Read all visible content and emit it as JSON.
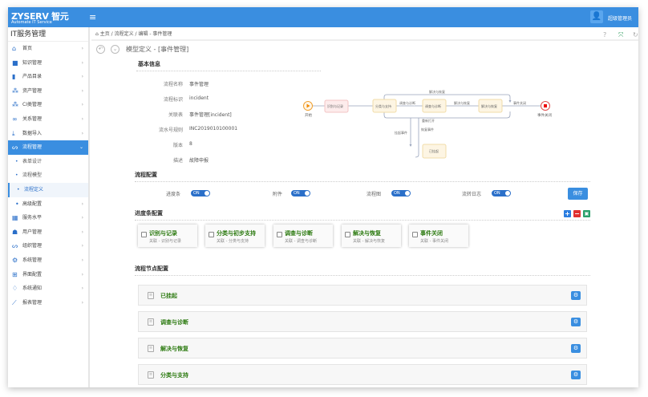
{
  "header": {
    "logo": "ZYSERV 智元",
    "tagline": "Automate IT Service",
    "menu_icon": "hamburger-icon",
    "user": "超级管理员"
  },
  "sidebar": {
    "title": "IT服务管理",
    "items": [
      {
        "label": "首页",
        "icon": "home-icon"
      },
      {
        "label": "知识管理",
        "icon": "book-icon"
      },
      {
        "label": "产品目录",
        "icon": "catalog-icon"
      },
      {
        "label": "资产管理",
        "icon": "cubes-icon"
      },
      {
        "label": "CI类管理",
        "icon": "cubes-icon"
      },
      {
        "label": "关系管理",
        "icon": "link-icon"
      },
      {
        "label": "数据导入",
        "icon": "download-icon"
      },
      {
        "label": "流程管理",
        "icon": "flow-icon"
      }
    ],
    "sub_items": [
      {
        "label": "表单设计"
      },
      {
        "label": "流程模型"
      },
      {
        "label": "流程定义"
      },
      {
        "label": "高级配置"
      }
    ],
    "items2": [
      {
        "label": "服务水平",
        "icon": "table-icon"
      },
      {
        "label": "用户管理",
        "icon": "users-icon"
      },
      {
        "label": "组织管理",
        "icon": "org-icon"
      },
      {
        "label": "系统管理",
        "icon": "gear-icon"
      },
      {
        "label": "界面配置",
        "icon": "windows-icon"
      },
      {
        "label": "系统通知",
        "icon": "bell-icon"
      },
      {
        "label": "报表管理",
        "icon": "chart-icon"
      }
    ]
  },
  "breadcrumb": {
    "home": "主页",
    "b1": "流程定义",
    "b2": "编辑 - 事件管理"
  },
  "page": {
    "title": "模型定义 - [事件管理]"
  },
  "basic": {
    "heading": "基本信息",
    "fields": [
      {
        "label": "流程名称",
        "value": "事件管理"
      },
      {
        "label": "流程标识",
        "value": "incident"
      },
      {
        "label": "关联表",
        "value": "事件管理[incident]"
      },
      {
        "label": "流水号规则",
        "value": "INC2019010100001"
      },
      {
        "label": "版本",
        "value": "8"
      },
      {
        "label": "描述",
        "value": "故障申报"
      }
    ]
  },
  "diagram": {
    "start": "开始",
    "end": "事件关闭",
    "nodes": [
      "识别与记录",
      "分类与支持",
      "调查与诊断",
      "解决与恢复",
      "已挂起"
    ],
    "edges": {
      "top": "解决与恢复",
      "e1": "调查与诊断",
      "e2": "解决与恢复",
      "e3": "事件关闭",
      "reopen": "重新打开",
      "suspend": "挂起事件",
      "resume": "恢复事件"
    }
  },
  "config": {
    "heading": "流程配置",
    "toggles": [
      {
        "label": "进度条",
        "state": "ON"
      },
      {
        "label": "附件",
        "state": "ON"
      },
      {
        "label": "流程图",
        "state": "ON"
      },
      {
        "label": "流转日志",
        "state": "ON"
      }
    ],
    "save": "保存"
  },
  "progress": {
    "heading": "进度条配置",
    "cards": [
      {
        "title": "识别与记录",
        "sub": "关联 - 识别与记录"
      },
      {
        "title": "分类与初步支持",
        "sub": "关联 - 分类与支持"
      },
      {
        "title": "调查与诊断",
        "sub": "关联 - 调查与诊断"
      },
      {
        "title": "解决与恢复",
        "sub": "关联 - 解决与恢复"
      },
      {
        "title": "事件关闭",
        "sub": "关联 - 事件关闭"
      }
    ]
  },
  "nodes": {
    "heading": "流程节点配置",
    "panels": [
      {
        "title": "已挂起"
      },
      {
        "title": "调查与诊断"
      },
      {
        "title": "解决与恢复"
      },
      {
        "title": "分类与支持"
      }
    ]
  }
}
